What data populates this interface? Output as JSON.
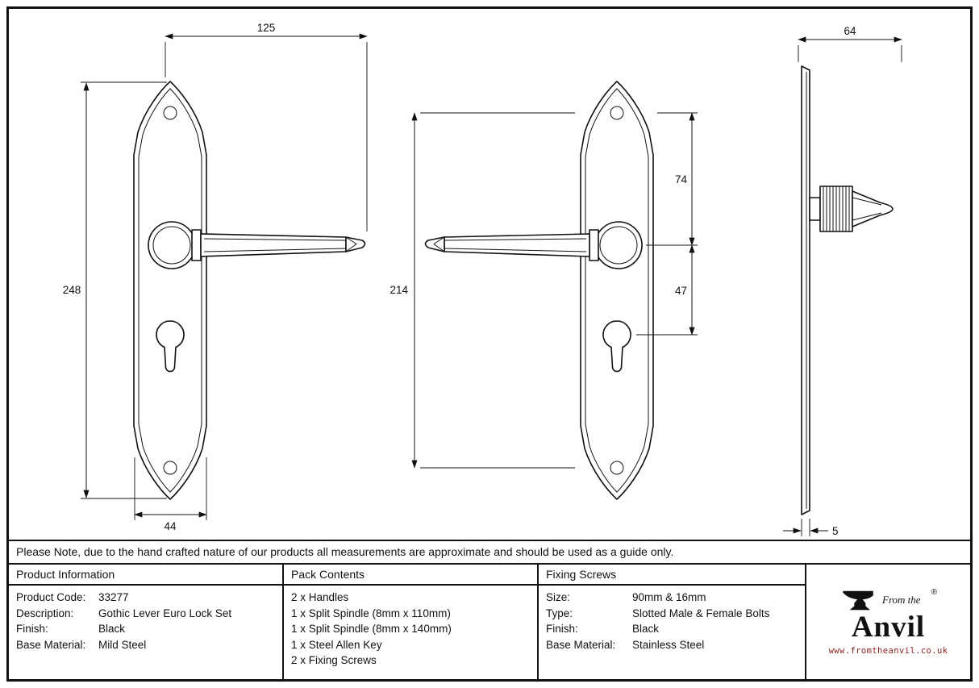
{
  "drawing": {
    "dimensions": {
      "lever_length": "125",
      "plate_height": "248",
      "plate_width": "44",
      "fixing_centres": "214",
      "screw_to_lever": "74",
      "lever_to_keyhole": "47",
      "projection": "64",
      "plate_thickness": "5"
    }
  },
  "note": "Please Note, due to the hand crafted nature of our products all measurements are approximate and should be used as a guide only.",
  "product_information": {
    "header": "Product Information",
    "rows": [
      {
        "label": "Product Code:",
        "value": "33277"
      },
      {
        "label": "Description:",
        "value": "Gothic Lever Euro Lock Set"
      },
      {
        "label": "Finish:",
        "value": "Black"
      },
      {
        "label": "Base Material:",
        "value": "Mild Steel"
      }
    ]
  },
  "pack_contents": {
    "header": "Pack Contents",
    "items": [
      "2 x Handles",
      "1 x Split Spindle (8mm x 110mm)",
      "1 x Split Spindle (8mm x 140mm)",
      "1 x Steel Allen Key",
      "2 x Fixing Screws"
    ]
  },
  "fixing_screws": {
    "header": "Fixing Screws",
    "rows": [
      {
        "label": "Size:",
        "value": "90mm & 16mm"
      },
      {
        "label": "Type:",
        "value": "Slotted Male & Female Bolts"
      },
      {
        "label": "Finish:",
        "value": "Black"
      },
      {
        "label": "Base Material:",
        "value": "Stainless Steel"
      }
    ]
  },
  "logo": {
    "tagline": "From the",
    "name": "Anvil",
    "registered": "®",
    "url": "www.fromtheanvil.co.uk"
  }
}
